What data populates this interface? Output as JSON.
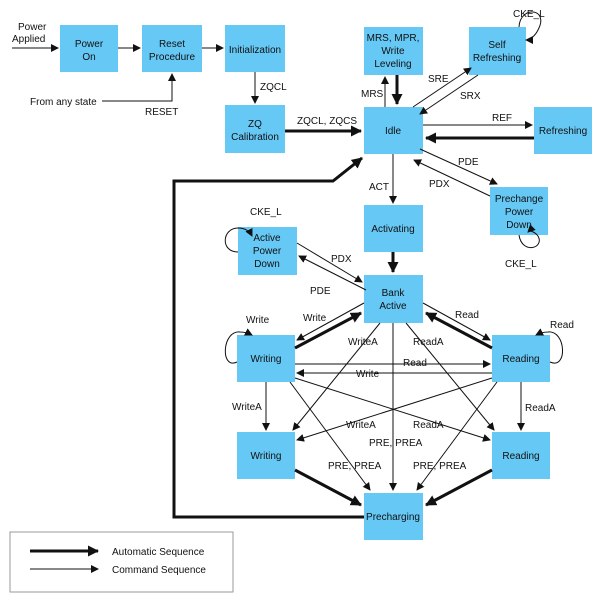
{
  "states": {
    "power_on": [
      "Power",
      "On"
    ],
    "reset_procedure": [
      "Reset",
      "Procedure"
    ],
    "initialization": [
      "Initialization"
    ],
    "zq_calibration": [
      "ZQ",
      "Calibration"
    ],
    "mrs": [
      "MRS, MPR,",
      "Write",
      "Leveling"
    ],
    "self_refreshing": [
      "Self",
      "Refreshing"
    ],
    "idle": [
      "Idle"
    ],
    "refreshing": [
      "Refreshing"
    ],
    "prechange_power_down": [
      "Prechange",
      "Power",
      "Down"
    ],
    "activating": [
      "Activating"
    ],
    "active_power_down": [
      "Active",
      "Power",
      "Down"
    ],
    "bank_active": [
      "Bank",
      "Active"
    ],
    "writing_1": [
      "Writing"
    ],
    "reading_1": [
      "Reading"
    ],
    "writing_2": [
      "Writing"
    ],
    "reading_2": [
      "Reading"
    ],
    "precharging": [
      "Precharging"
    ]
  },
  "labels": {
    "power_applied_1": "Power",
    "power_applied_2": "Applied",
    "from_any_state": "From any state",
    "reset": "RESET",
    "zqcl": "ZQCL",
    "zqcl_zqcs": "ZQCL, ZQCS",
    "mrs": "MRS",
    "sre": "SRE",
    "srx": "SRX",
    "cke_l_self": "CKE_L",
    "ref": "REF",
    "pde_idle": "PDE",
    "pdx_idle": "PDX",
    "cke_l_prechange": "CKE_L",
    "act": "ACT",
    "cke_l_active": "CKE_L",
    "pdx_active": "PDX",
    "pde_active": "PDE",
    "write_self": "Write",
    "write_ba": "Write",
    "read_ba": "Read",
    "read_self": "Read",
    "writea_ba": "WriteA",
    "reada_ba": "ReadA",
    "read_cross": "Read",
    "write_cross": "Write",
    "writea_left": "WriteA",
    "reada_right": "ReadA",
    "writea_diag": "WriteA",
    "reada_diag": "ReadA",
    "pre_prea_center": "PRE, PREA",
    "pre_prea_left": "PRE, PREA",
    "pre_prea_right": "PRE, PREA"
  },
  "legend": {
    "automatic": "Automatic Sequence",
    "command": "Command Sequence"
  }
}
